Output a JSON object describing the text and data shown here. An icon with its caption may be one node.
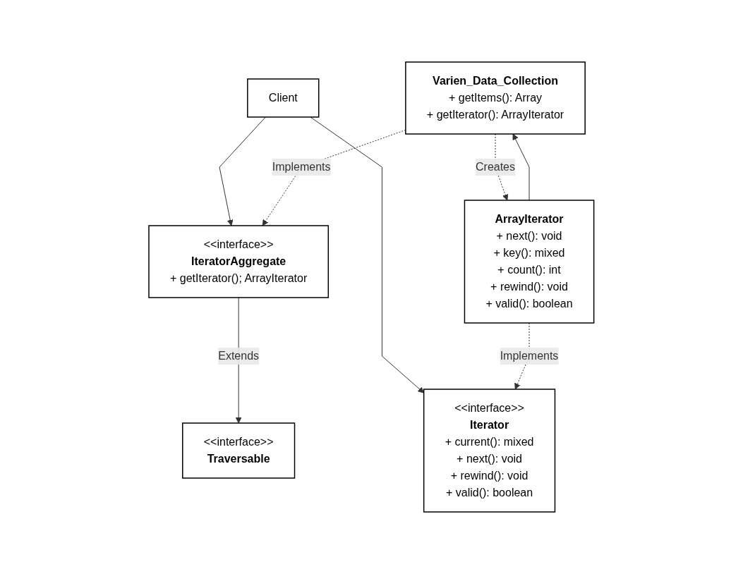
{
  "diagram": {
    "nodes": [
      {
        "text": [
          "<<interface>>",
          "Traversable"
        ]
      },
      {
        "text": [
          "<<interface>>",
          "IteratorAggregate",
          "+ getIterator(); ArrayIterator"
        ]
      },
      {
        "text": [
          "Client"
        ]
      },
      {
        "text": [
          "<<interface>>",
          "Iterator",
          "+ current(): mixed",
          "+ next(): void",
          "+ rewind(): void",
          "+ valid(): boolean"
        ]
      },
      {
        "text": [
          "Varien_Data_Collection",
          "+ getItems(): Array",
          "+ getIterator(): ArrayIterator"
        ]
      },
      {
        "text": [
          "ArrayIterator",
          "+ next(): void",
          "+ key(): mixed",
          "+ count(): int",
          "+ rewind(): void",
          "+ valid(): boolean"
        ]
      }
    ],
    "edges": [
      {
        "from": 1,
        "to": 0,
        "arrow": "to",
        "label": "Extends"
      },
      {
        "from": 2,
        "to": 1,
        "arrow": "to"
      },
      {
        "from": 2,
        "to": 3,
        "arrow": "to"
      },
      {
        "from": 4,
        "to": 1,
        "arrow": "to",
        "label": "Implements",
        "style": "dashed"
      },
      {
        "from": 5,
        "to": 3,
        "arrow": "to",
        "label": "Implements",
        "style": "dashed"
      },
      {
        "from": 4,
        "to": 5,
        "arrow": "to",
        "label": "Creates",
        "style": "dashed"
      },
      {
        "from": 5,
        "to": 4,
        "arrow": "to"
      }
    ]
  }
}
